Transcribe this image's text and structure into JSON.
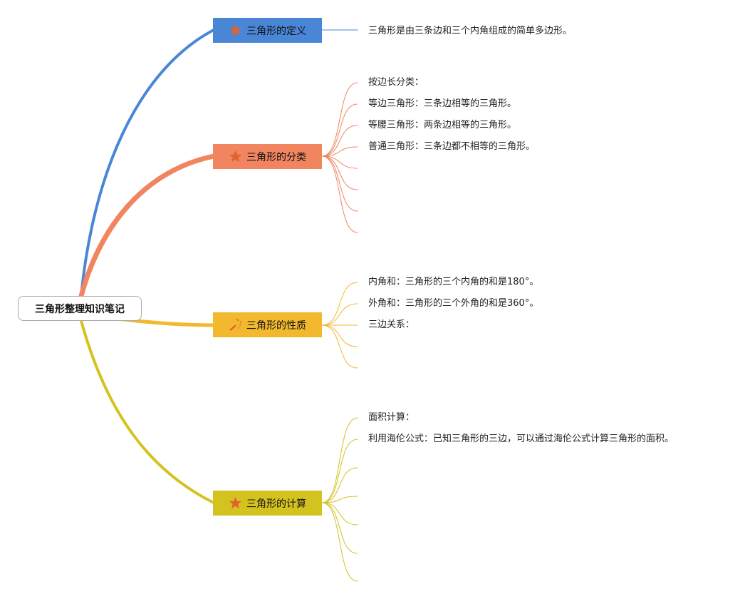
{
  "root": {
    "label": "三角形整理知识笔记"
  },
  "branches": [
    {
      "label": "三角形的定义",
      "color": "#4a86d6",
      "icon": "star-icon",
      "leaves": [
        "三角形是由三条边和三个内角组成的简单多边形。"
      ]
    },
    {
      "label": "三角形的分类",
      "color": "#f0855f",
      "icon": "star-icon",
      "leaves": [
        "按边长分类：",
        "等边三角形：三条边相等的三角形。",
        "等腰三角形：两条边相等的三角形。",
        "普通三角形：三条边都不相等的三角形。"
      ]
    },
    {
      "label": "三角形的性质",
      "color": "#f2b82e",
      "icon": "magic-wand-icon",
      "leaves": [
        "内角和：三角形的三个内角的和是180°。",
        "外角和：三角形的三个外角的和是360°。",
        "三边关系："
      ]
    },
    {
      "label": "三角形的计算",
      "color": "#d4c21f",
      "icon": "star-icon",
      "leaves": [
        "面积计算：",
        "利用海伦公式：已知三角形的三边，可以通过海伦公式计算三角形的面积。"
      ]
    }
  ],
  "icon_color": "#e0622e"
}
